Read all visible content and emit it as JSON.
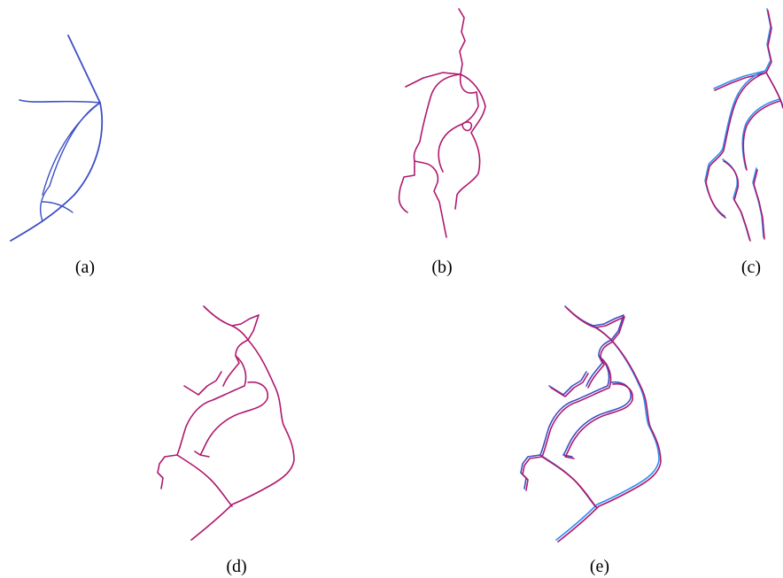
{
  "figure": {
    "panels": [
      {
        "id": "a",
        "caption": "(a)",
        "style": "blue curves only"
      },
      {
        "id": "b",
        "caption": "(b)",
        "style": "magenta traced vessel skeleton"
      },
      {
        "id": "c",
        "caption": "(c)",
        "style": "magenta skeleton overlaid with blue reference"
      },
      {
        "id": "d",
        "caption": "(d)",
        "style": "magenta traced vessel skeleton"
      },
      {
        "id": "e",
        "caption": "(e)",
        "style": "magenta skeleton overlaid with blue reference"
      }
    ],
    "colors": {
      "blue": "#3c4fc4",
      "light_blue": "#2f8ff0",
      "magenta": "#b0186e",
      "caption_text": "#000000",
      "background": "#ffffff"
    }
  }
}
